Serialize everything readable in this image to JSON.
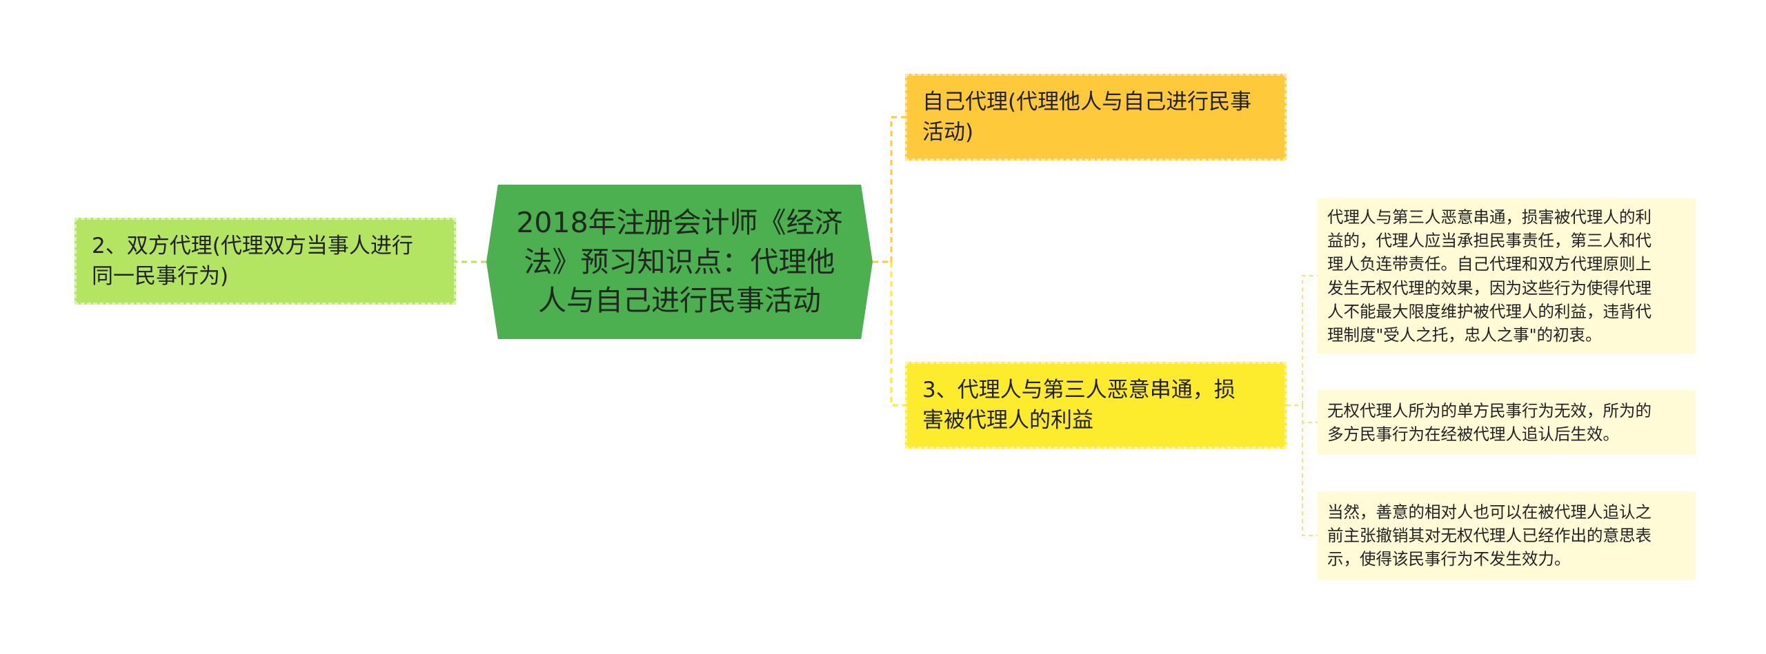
{
  "colors": {
    "root_bg": "#4caf50",
    "self_bg": "#fec93b",
    "both_bg": "#b3e563",
    "third_bg": "#fcec2d",
    "detail_bg": "#fffbd6",
    "line_green": "#b3e563",
    "line_orange": "#fec93b",
    "line_yellow": "#fcec2d",
    "line_detail": "#f7e27a"
  },
  "root": {
    "text": "2018年注册会计师《经济\n法》预习知识点：代理他\n人与自己进行民事活动"
  },
  "branches": {
    "self_agency": "自己代理(代理他人与自己进行民事\n活动)",
    "dual_agency": "2、双方代理(代理双方当事人进行\n同一民事行为)",
    "collusion": "3、代理人与第三人恶意串通，损\n害被代理人的利益"
  },
  "details": {
    "d1": "代理人与第三人恶意串通，损害被代理人的利\n益的，代理人应当承担民事责任，第三人和代\n理人负连带责任。自己代理和双方代理原则上\n发生无权代理的效果，因为这些行为使得代理\n人不能最大限度维护被代理人的利益，违背代\n理制度\"受人之托，忠人之事\"的初衷。",
    "d2": "无权代理人所为的单方民事行为无效，所为的\n多方民事行为在经被代理人追认后生效。",
    "d3": "当然，善意的相对人也可以在被代理人追认之\n前主张撤销其对无权代理人已经作出的意思表\n示，使得该民事行为不发生效力。"
  }
}
